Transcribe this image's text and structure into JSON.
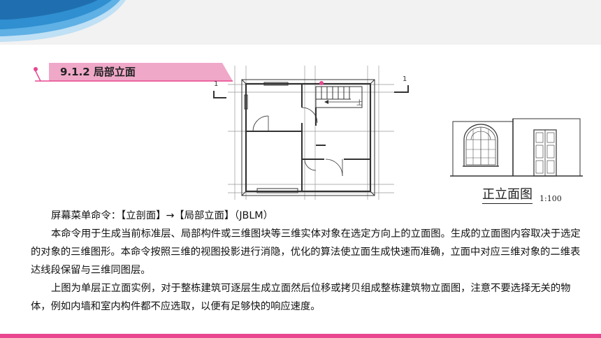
{
  "section_title": "9.1.2 局部立面",
  "plan_marks": {
    "section_left": "1",
    "section_right": "1",
    "stair_label": "上"
  },
  "elevation": {
    "caption": "正立面图",
    "scale": "1:100"
  },
  "paragraphs": [
    "屏幕菜单命令：【立剖面】→【局部立面】（JBLM）",
    "本命令用于生成当前标准层、局部构件或三维图块等三维实体对象在选定方向上的立面图。生成的立面图内容取决于选定的对象的三维图形。本命令按照三维的视图投影进行消隐，优化的算法使立面生成快速而准确，立面中对应三维对象的二维表达线段保留与三维同图层。",
    "上图为单层正立面实例，对于整栋建筑可逐层生成立面然后位移或拷贝组成整栋建筑物立面图，注意不要选择无关的物体，例如内墙和室内构件都不应选取，以便有足够快的响应速度。"
  ],
  "colors": {
    "accent_pink": "#e8468f",
    "banner_pink": "#f0a8c8",
    "wave_blue": "#2f8fd0"
  }
}
